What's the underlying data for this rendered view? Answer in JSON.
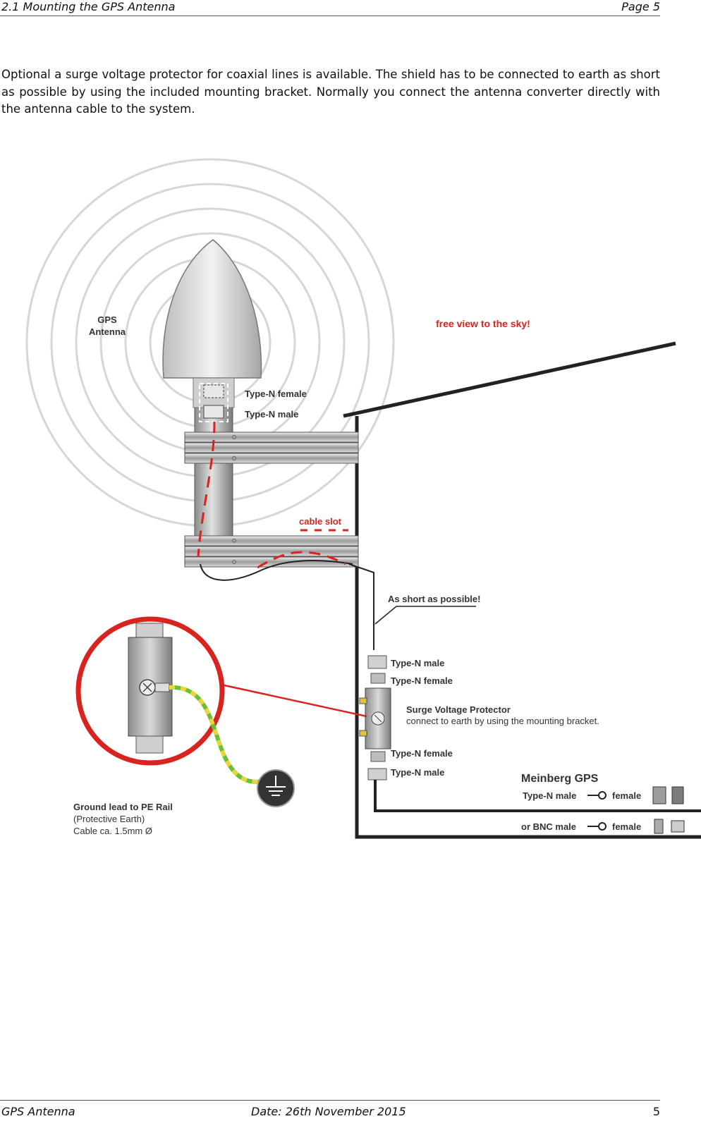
{
  "header": {
    "section": "2.1 Mounting the GPS Antenna",
    "page": "Page 5"
  },
  "intro": "Optional a surge voltage protector for coaxial lines is available. The shield has to be connected to earth as short as possible by using the included mounting bracket. Normally you connect the antenna converter directly with the antenna cable to the system.",
  "diagram": {
    "gps_antenna_line1": "GPS",
    "gps_antenna_line2": "Antenna",
    "sky_note": "free view to the sky!",
    "antenna_top_female": "Type-N female",
    "antenna_top_male": "Type-N male",
    "cable_slot": "cable slot",
    "as_short": "As short as possible!",
    "sp_top_male": "Type-N male",
    "sp_top_female": "Type-N female",
    "sp_title": "Surge Voltage Protector",
    "sp_sub": "connect to earth by using the mounting bracket.",
    "sp_bottom_female": "Type-N female",
    "sp_bottom_male": "Type-N male",
    "meinberg_title": "Meinberg GPS",
    "meinberg_typen": "Type-N male",
    "meinberg_typen_female": "female",
    "meinberg_bnc": "or BNC male",
    "meinberg_bnc_female": "female",
    "ground_title": "Ground lead to PE Rail",
    "ground_sub1": "(Protective Earth)",
    "ground_sub2": "Cable ca. 1.5mm Ø",
    "colors": {
      "accent_red": "#d9231f",
      "earth_green": "#6cbf3a",
      "earth_yellow": "#e6d83a"
    }
  },
  "footer": {
    "left": "GPS Antenna",
    "center": "Date: 26th November 2015",
    "page_number": "5"
  }
}
